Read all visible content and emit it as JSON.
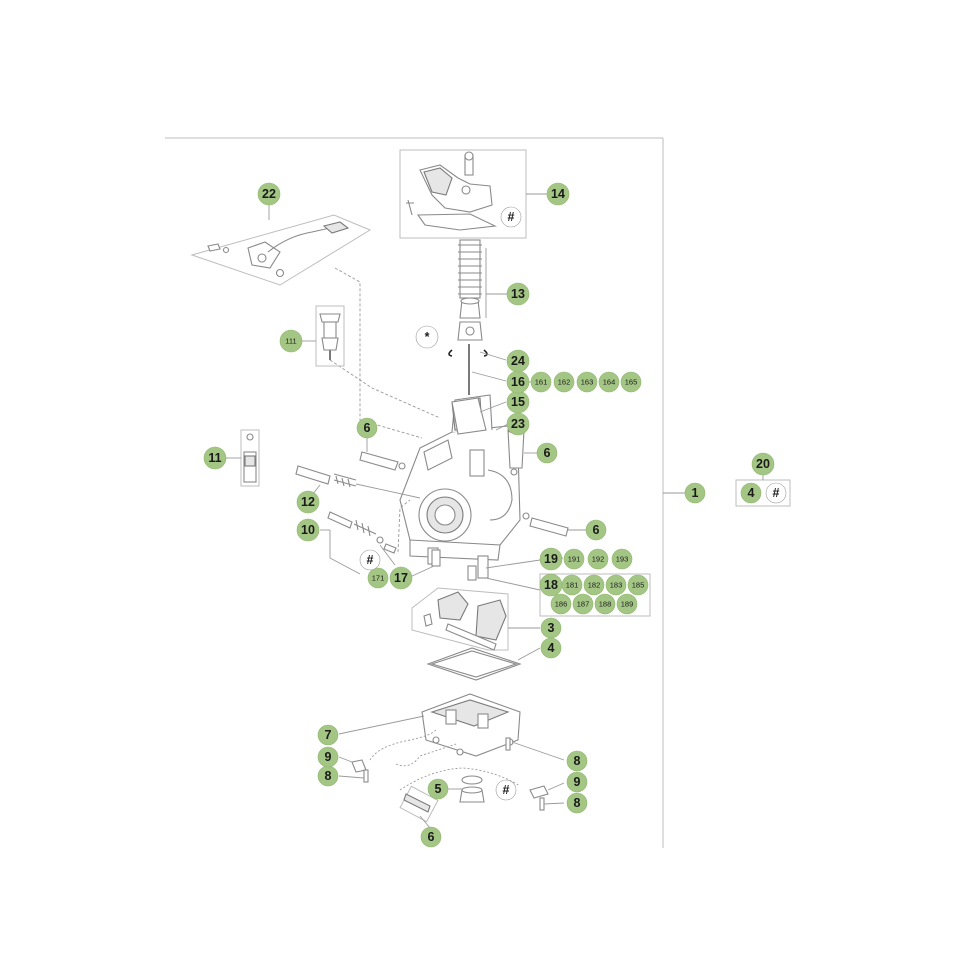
{
  "diagram": {
    "callouts": {
      "c1": "1",
      "c3": "3",
      "c4a": "4",
      "c4b": "4",
      "c5": "5",
      "c6a": "6",
      "c6b": "6",
      "c6c": "6",
      "c6d": "6",
      "c7": "7",
      "c8a": "8",
      "c8b": "8",
      "c8c": "8",
      "c9a": "9",
      "c9b": "9",
      "c10": "10",
      "c11": "11",
      "c12": "12",
      "c13": "13",
      "c14": "14",
      "c15": "15",
      "c16": "16",
      "c17": "17",
      "c18": "18",
      "c19": "19",
      "c20": "20",
      "c22": "22",
      "c23": "23",
      "c24": "24",
      "c111": "111",
      "c161": "161",
      "c162": "162",
      "c163": "163",
      "c164": "164",
      "c165": "165",
      "c171": "171",
      "c181": "181",
      "c182": "182",
      "c183": "183",
      "c185": "185",
      "c186": "186",
      "c187": "187",
      "c188": "188",
      "c189": "189",
      "c191": "191",
      "c192": "192",
      "c193": "193"
    },
    "markers": {
      "hash_14": "#",
      "hash_10": "#",
      "hash_5": "#",
      "hash_20": "#",
      "star_24": "*"
    },
    "colors": {
      "callout_fill": "#a4c685",
      "line_color": "#9a9a9a",
      "background": "#ffffff"
    }
  }
}
